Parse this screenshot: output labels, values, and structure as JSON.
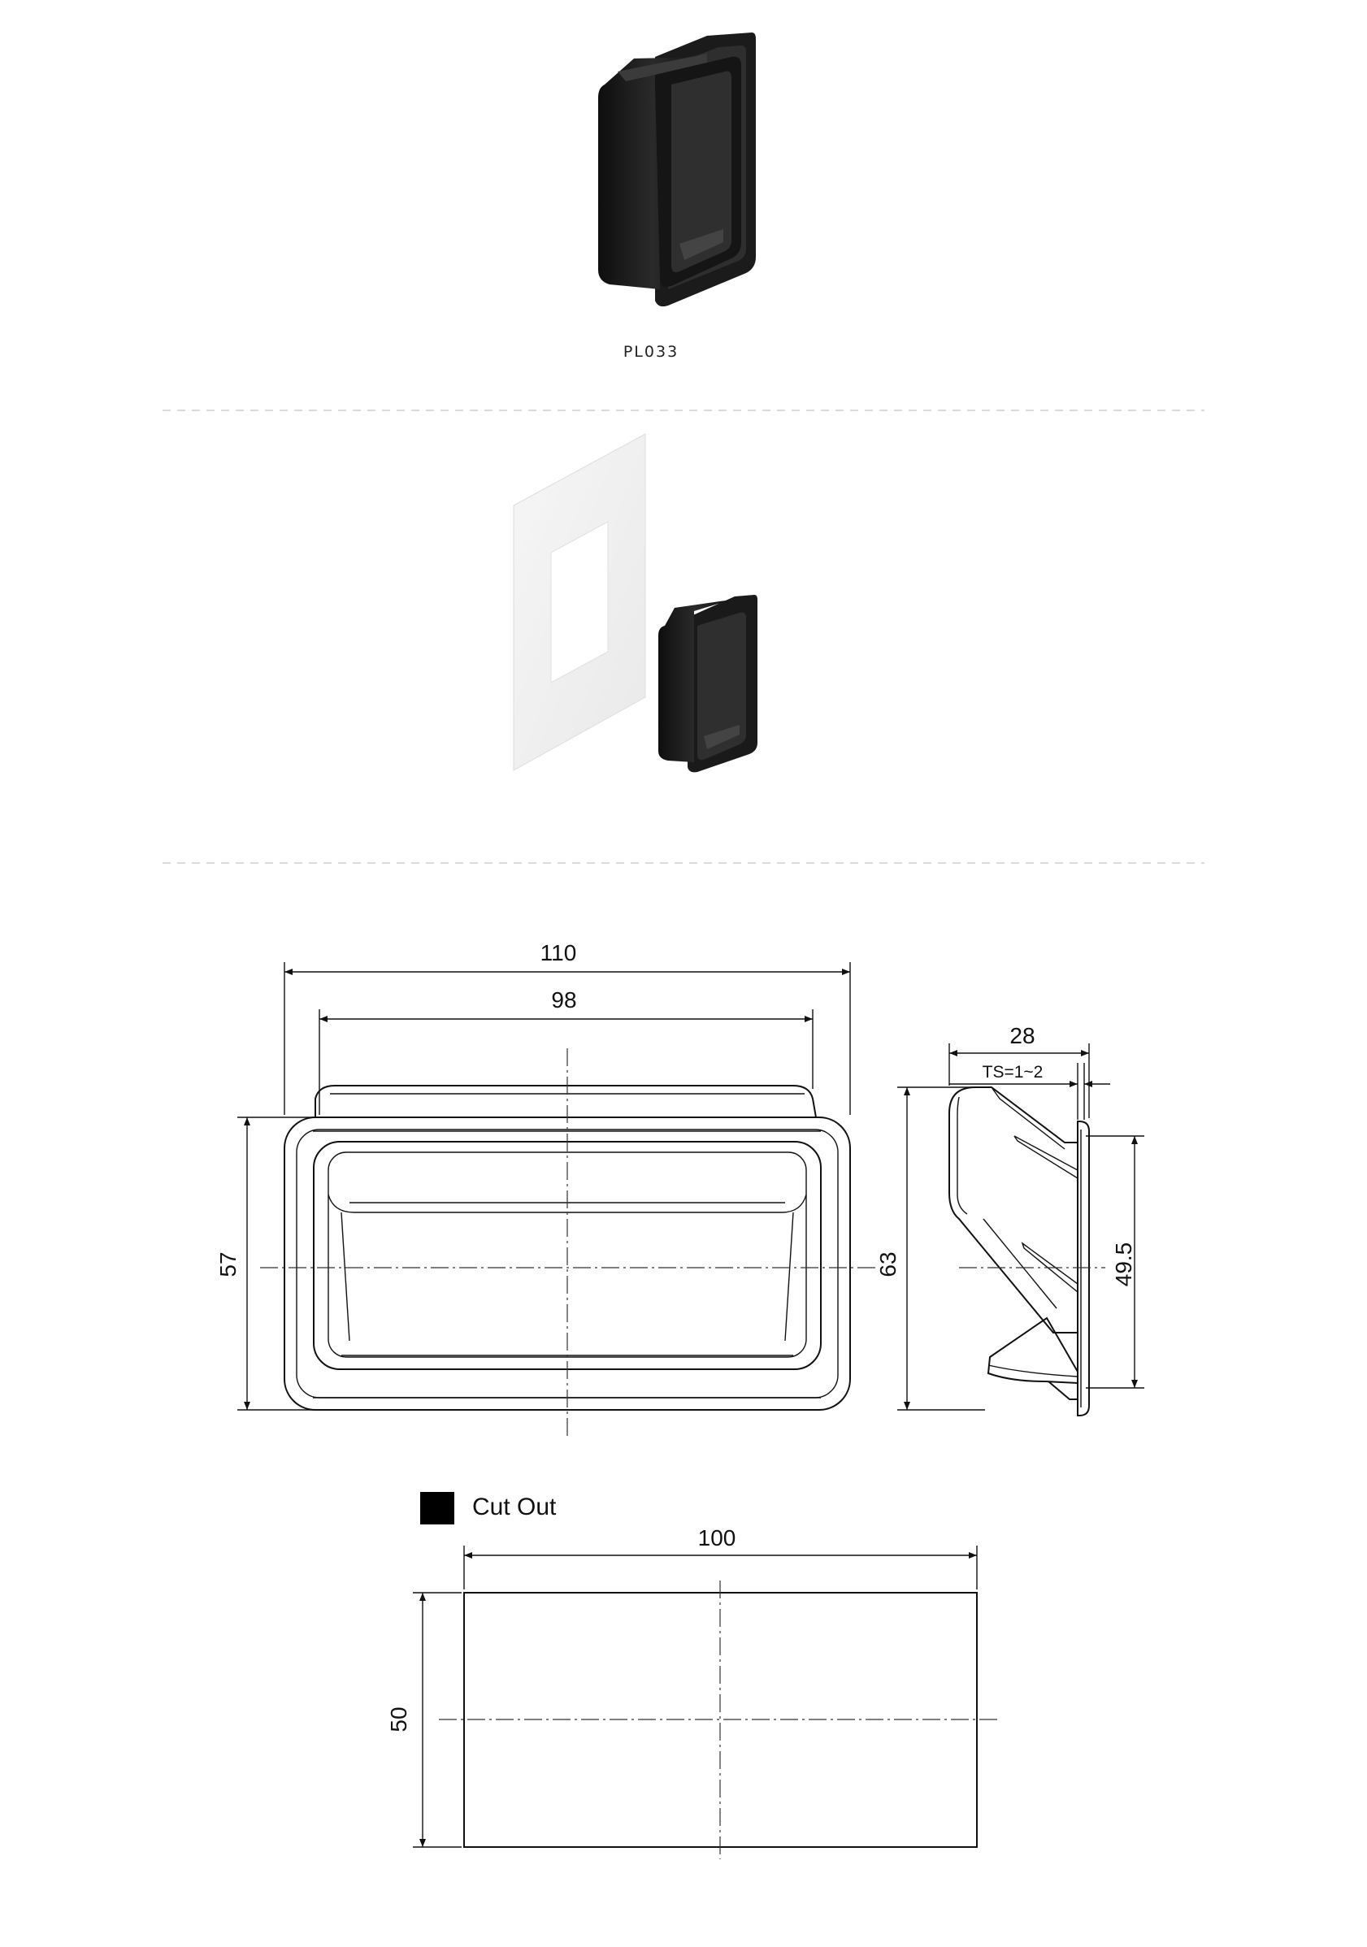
{
  "product": {
    "code": "PL033"
  },
  "drawing": {
    "front_view": {
      "overall_width": "110",
      "inner_width": "98",
      "height": "57"
    },
    "side_view": {
      "depth": "28",
      "panel_thickness": "TS=1~2",
      "overall_height": "63",
      "inner_height": "49.5"
    },
    "cut_out": {
      "label": "Cut Out",
      "width": "100",
      "height": "50"
    }
  }
}
